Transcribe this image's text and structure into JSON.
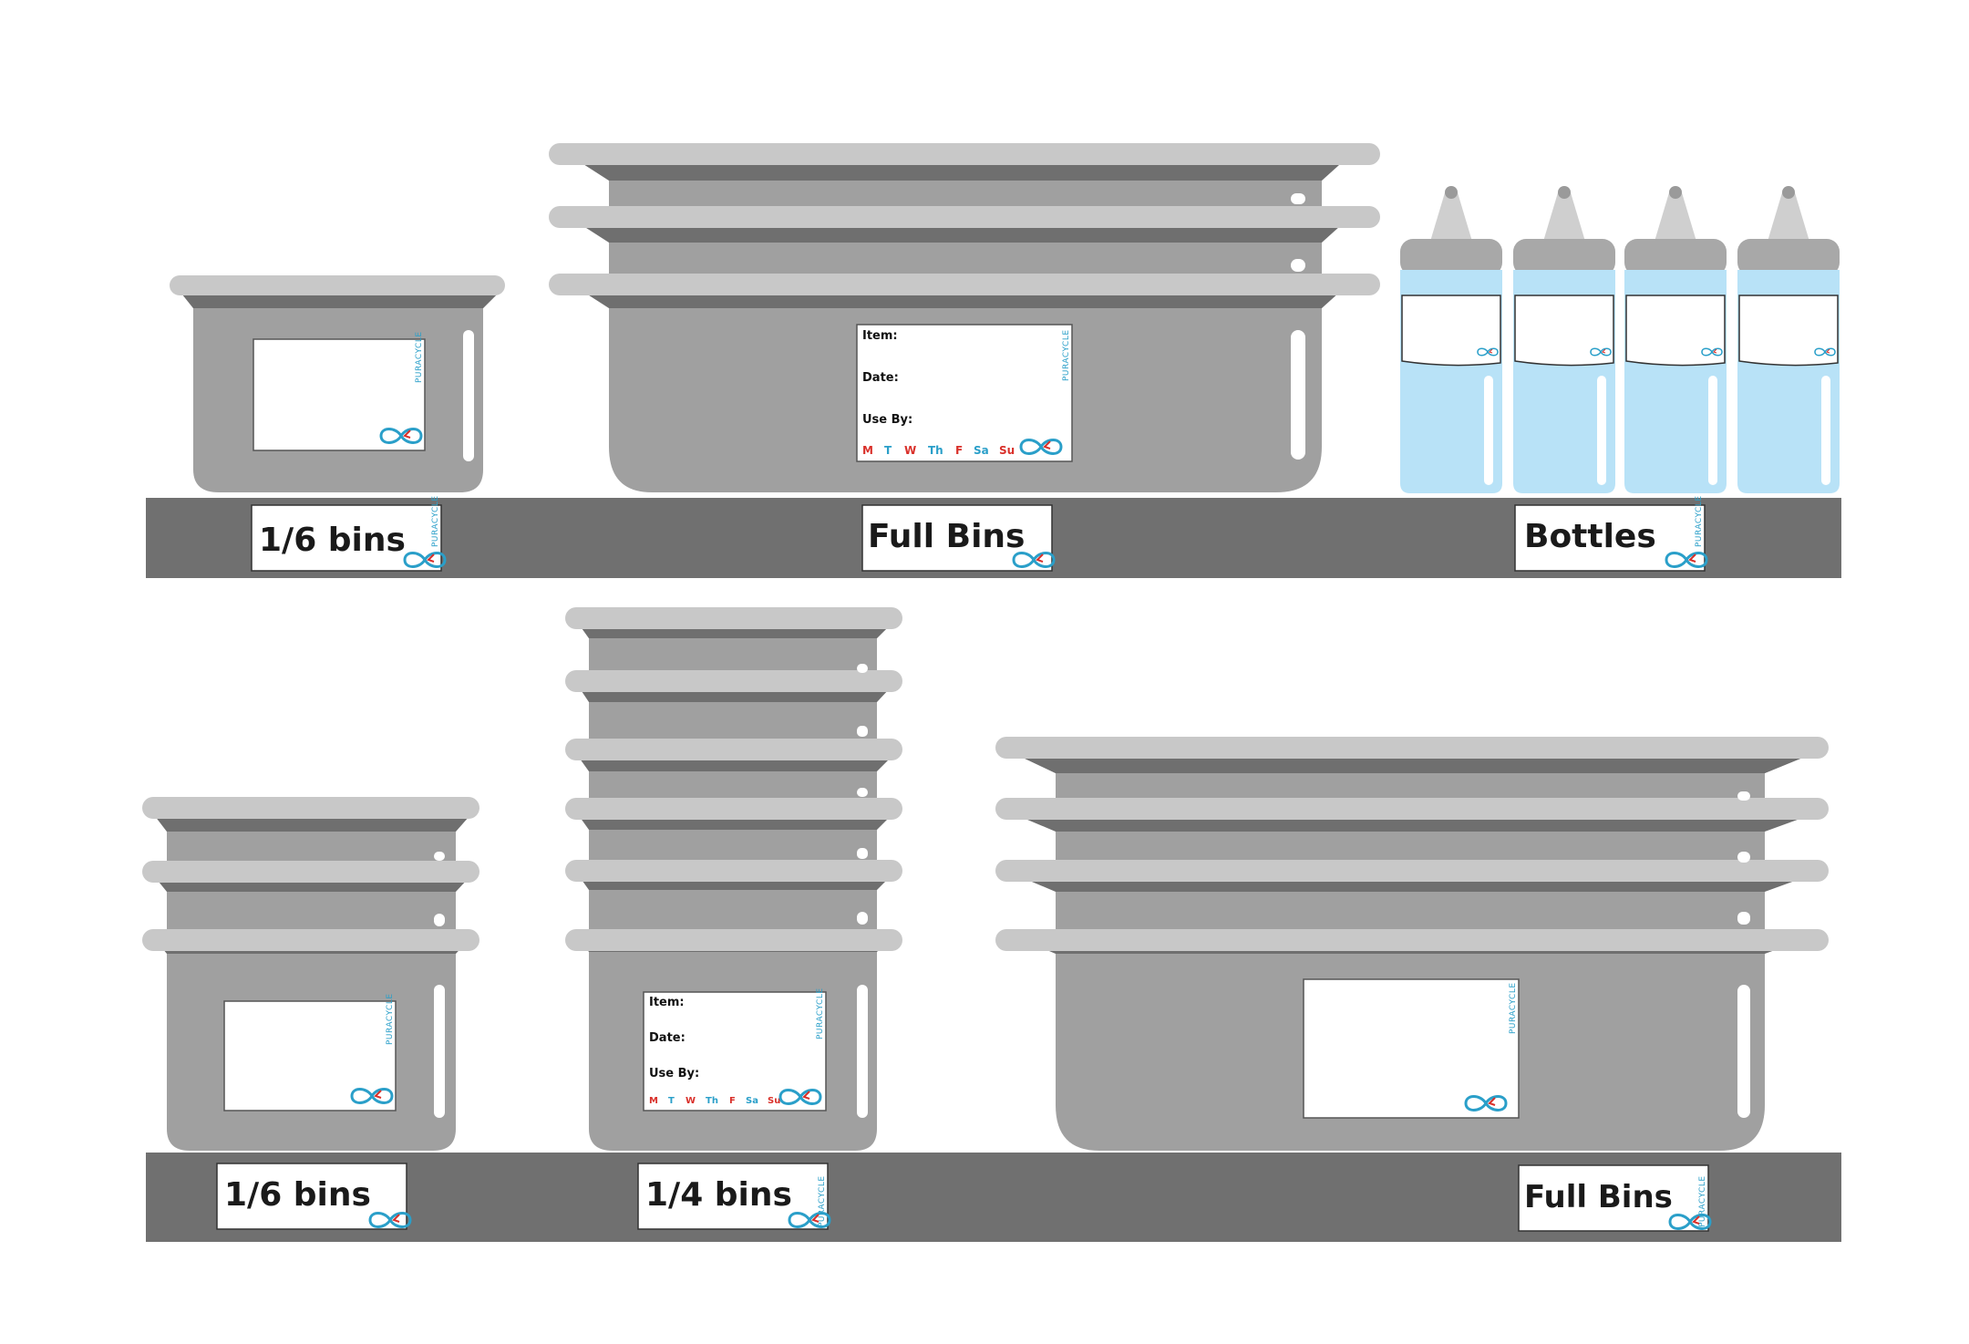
{
  "brand": {
    "name": "PURACYCLE"
  },
  "colors": {
    "bin_body": "#a0a0a0",
    "bin_rim": "#c8c8c8",
    "bin_shadow": "#6f6f6f",
    "shelf": "#707070",
    "bottle_body": "#b8e2f7",
    "bottle_cap": "#a8a8a8",
    "bottle_nozzle": "#cfcfcf",
    "brand_blue": "#2a9fc9",
    "accent_red": "#d9302a"
  },
  "shelves": {
    "top": {
      "labels": {
        "sixth": "1/6 bins",
        "full": "Full Bins",
        "bottles": "Bottles"
      }
    },
    "bottom": {
      "labels": {
        "sixth": "1/6 bins",
        "quarter": "1/4 bins",
        "full": "Full Bins"
      }
    }
  },
  "date_label": {
    "item": "Item:",
    "date": "Date:",
    "use_by": "Use By:",
    "days": [
      {
        "text": "M",
        "color": "#d9302a"
      },
      {
        "text": "T",
        "color": "#2a9fc9"
      },
      {
        "text": "W",
        "color": "#d9302a"
      },
      {
        "text": "Th",
        "color": "#2a9fc9"
      },
      {
        "text": "F",
        "color": "#d9302a"
      },
      {
        "text": "Sa",
        "color": "#2a9fc9"
      },
      {
        "text": "Su",
        "color": "#d9302a"
      }
    ]
  },
  "icons": [
    "infinity-logo-icon"
  ]
}
